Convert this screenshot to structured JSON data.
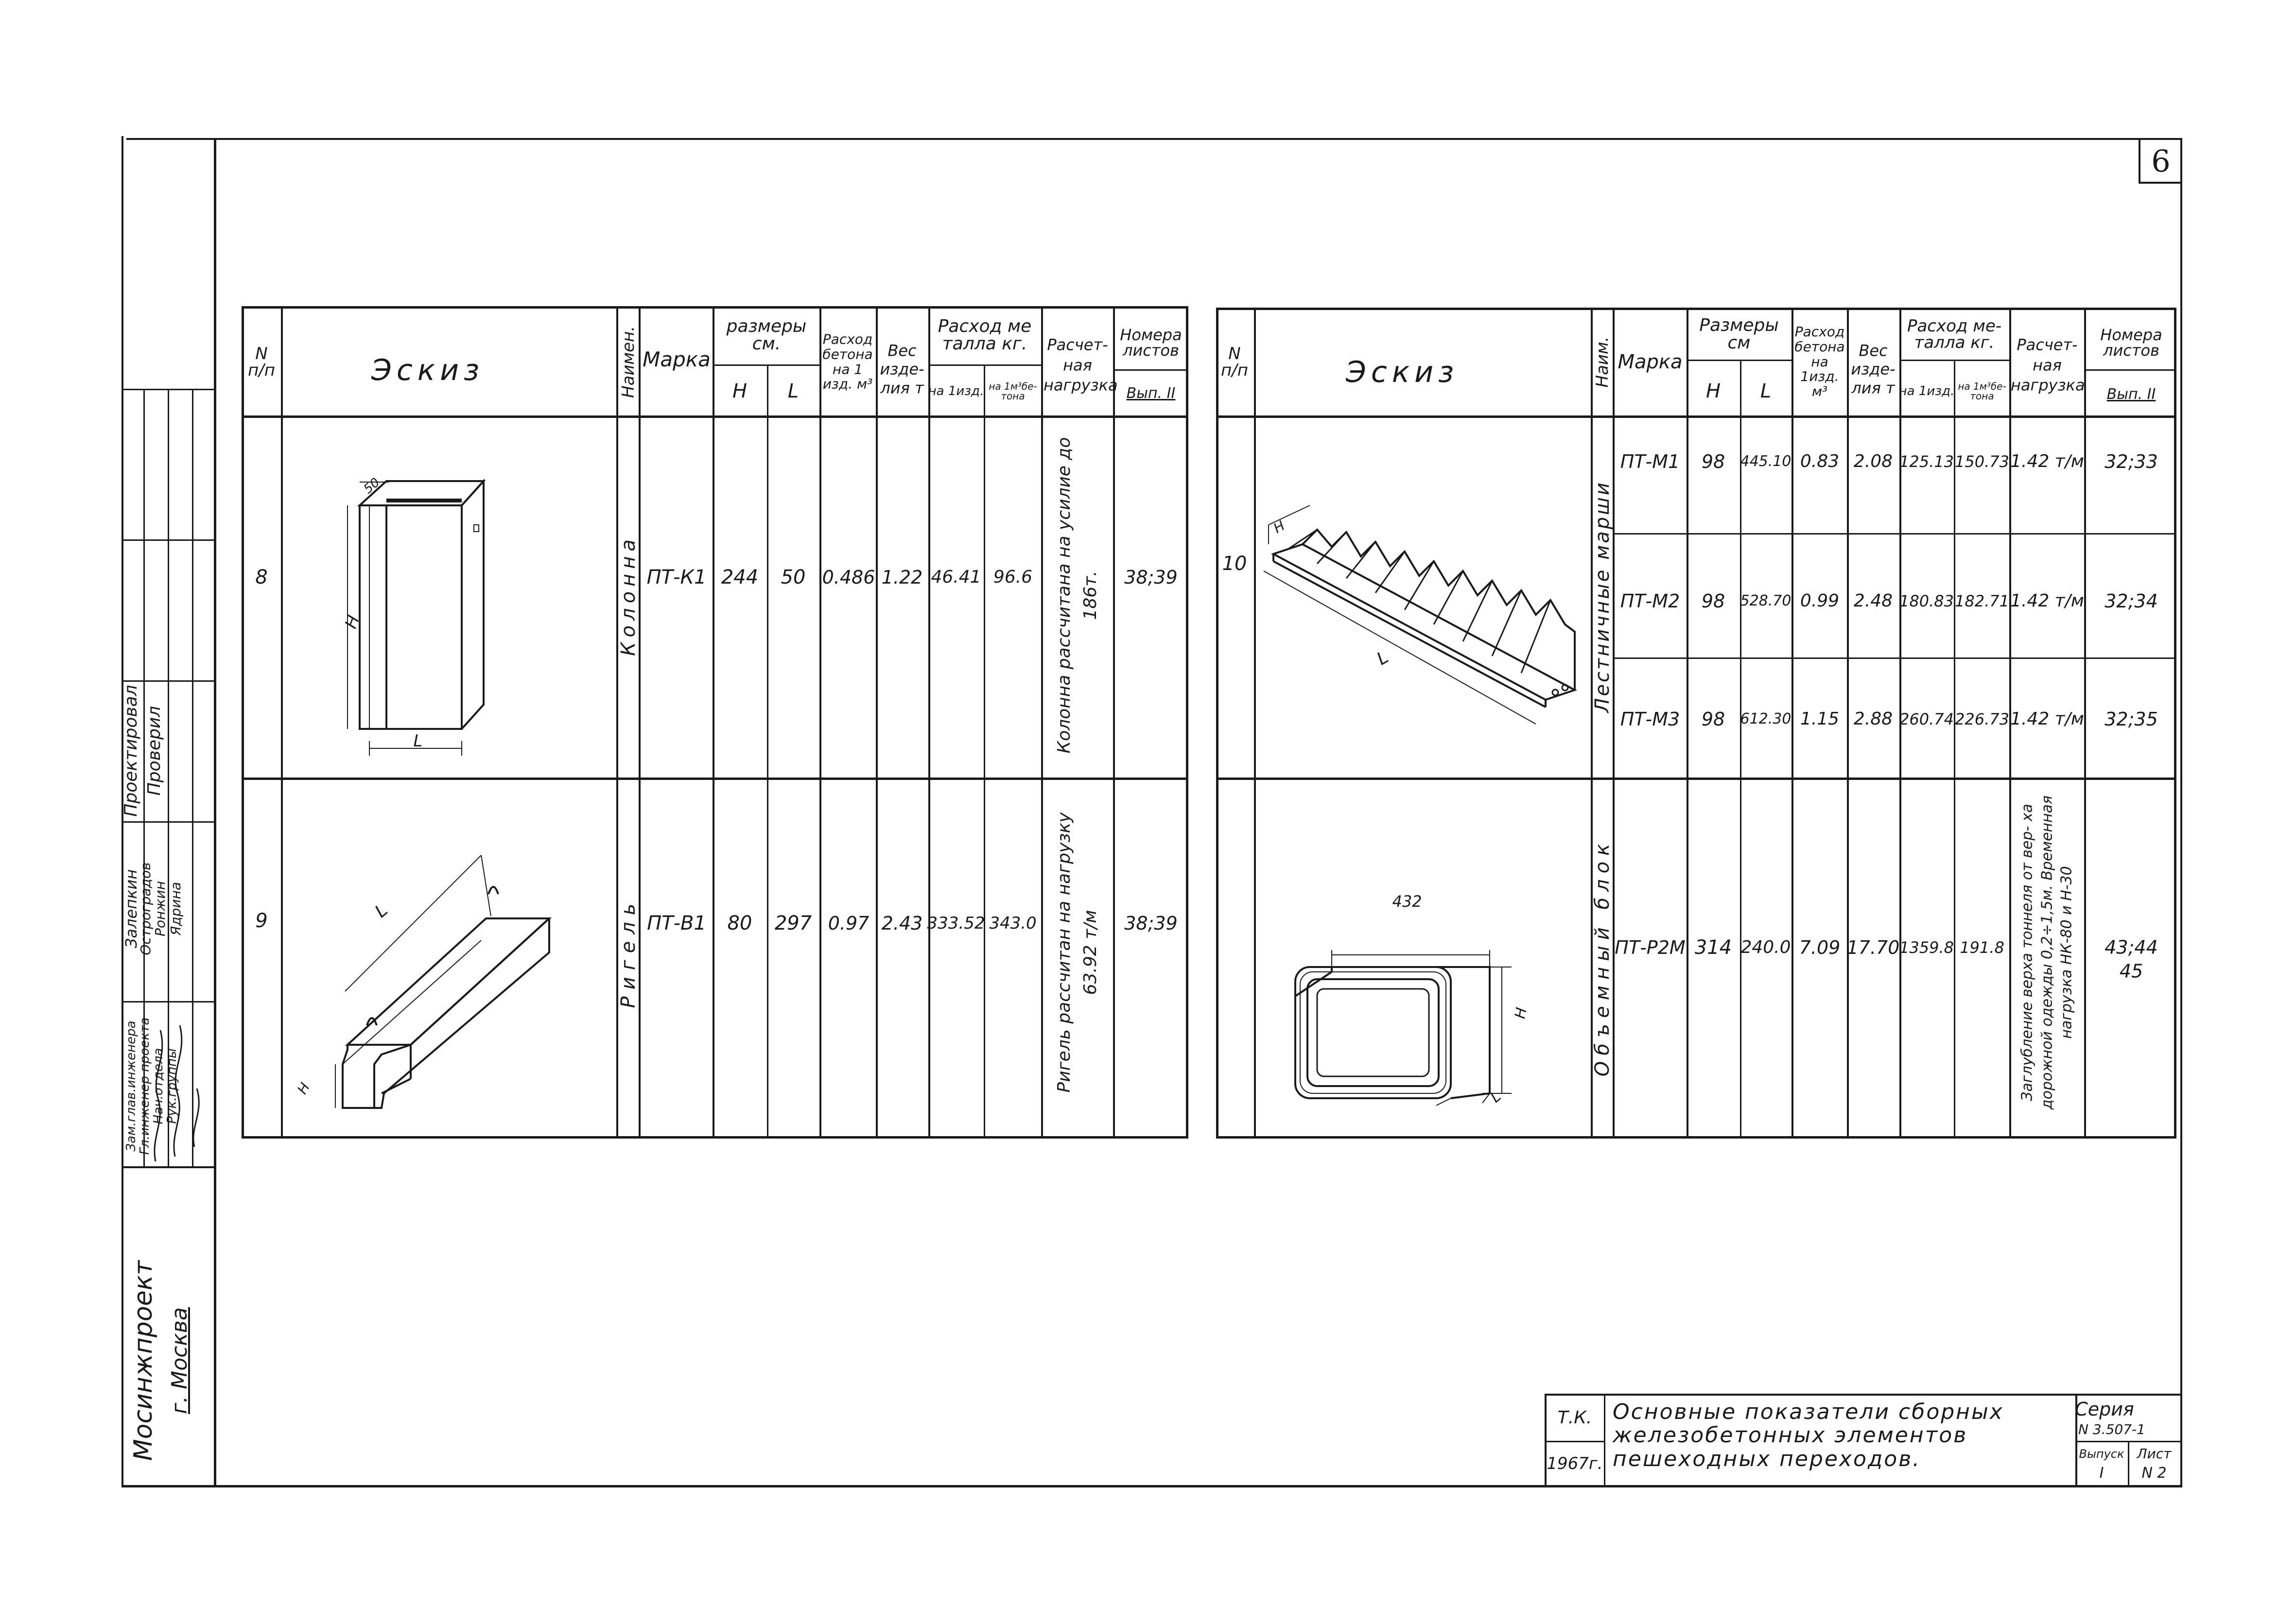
{
  "page_number": "6",
  "left_table": {
    "headers": {
      "num": "N п/п",
      "sketch": "Эскиз",
      "name": "Наимен.",
      "mark": "Марка",
      "dims": "размеры см.",
      "dim_h": "H",
      "dim_l": "L",
      "concrete": "Расход бетона на 1 изд. м³",
      "weight": "Вес изде- лия т",
      "metal": "Расход ме талла кг.",
      "metal_item": "на 1изд.",
      "metal_ton": "на 1м³бе- тона",
      "load": "Расчет- ная нагрузка",
      "sheets": "Номера листов",
      "sheets_sub": "Вып. II"
    },
    "rows": [
      {
        "num": "8",
        "name": "Колонна",
        "mark": "ПТ-К1",
        "h": "244",
        "l": "50",
        "concrete": "0.486",
        "weight": "1.22",
        "metal_item": "46.41",
        "metal_ton": "96.6",
        "load": "Колонна рассчитана на усилие до 186т.",
        "sheets": "38;39"
      },
      {
        "num": "9",
        "name": "Ригель",
        "mark": "ПТ-В1",
        "h": "80",
        "l": "297",
        "concrete": "0.97",
        "weight": "2.43",
        "metal_item": "333.52",
        "metal_ton": "343.0",
        "load": "Ригель рассчитан на нагрузку 63.92 т/м",
        "sheets": "38;39"
      }
    ],
    "sketch_labels": {
      "col_h": "H",
      "col_l": "L",
      "col_top": "50",
      "beam_l": "L",
      "beam_h": "H"
    }
  },
  "right_table": {
    "headers": {
      "num": "N п/п",
      "sketch": "Эскиз",
      "name": "Наим.",
      "mark": "Марка",
      "dims": "Размеры см",
      "dim_h": "H",
      "dim_l": "L",
      "concrete": "Расход бетона на 1изд. м³",
      "weight": "Вес изде- лия т",
      "metal": "Расход ме- талла кг.",
      "metal_item": "на 1изд.",
      "metal_ton": "на 1м³бе- тона",
      "load": "Расчет- ная нагрузка",
      "sheets": "Номера листов",
      "sheets_sub": "Вып. II"
    },
    "group_num": "10",
    "group_name": "Лестничные марши",
    "rows": [
      {
        "mark": "ПТ-М1",
        "h": "98",
        "l": "445.10",
        "concrete": "0.83",
        "weight": "2.08",
        "metal_item": "125.13",
        "metal_ton": "150.73",
        "load": "1.42 т/м",
        "sheets": "32;33"
      },
      {
        "mark": "ПТ-М2",
        "h": "98",
        "l": "528.70",
        "concrete": "0.99",
        "weight": "2.48",
        "metal_item": "180.83",
        "metal_ton": "182.71",
        "load": "1.42 т/м",
        "sheets": "32;34"
      },
      {
        "mark": "ПТ-М3",
        "h": "98",
        "l": "612.30",
        "concrete": "1.15",
        "weight": "2.88",
        "metal_item": "260.74",
        "metal_ton": "226.73",
        "load": "1.42 т/м",
        "sheets": "32;35"
      }
    ],
    "block_row": {
      "name": "Объемный блок",
      "mark": "ПТ-Р2М",
      "h": "314",
      "l": "240.0",
      "concrete": "7.09",
      "weight": "17.70",
      "metal_item": "1359.8",
      "metal_ton": "191.8",
      "load": "Заглубление верха тоннеля от вер- ха дорожной одежды 0,2÷1,5м. Временная нагрузка НК-80 и Н-30",
      "sheets": "43;44 45"
    },
    "sketch_labels": {
      "stair_h": "H",
      "stair_l": "L",
      "block_w": "432",
      "block_h": "H",
      "block_l": "L"
    }
  },
  "left_margin": {
    "org": "Мосинжпроект",
    "city": "г. Москва",
    "stamp_rows": [
      "Зам.глав.инженера",
      "Гл.инженер проекта",
      "Нач.отдела",
      "Рук.группы"
    ],
    "stamp_names": [
      "Залепкин",
      "Остроградов",
      "Ронжин",
      "Ядрина"
    ],
    "stamp_roles": [
      "Проектировал",
      "Проверил"
    ]
  },
  "title_block": {
    "code": "Т.К.",
    "year": "1967г.",
    "title": "Основные показатели сборных железобетонных элементов пешеходных переходов.",
    "series_label": "Серия",
    "series_num": "N 3.507-1",
    "issue_label": "Выпуск",
    "issue_num": "I",
    "sheet_label": "Лист",
    "sheet_num": "N 2"
  }
}
